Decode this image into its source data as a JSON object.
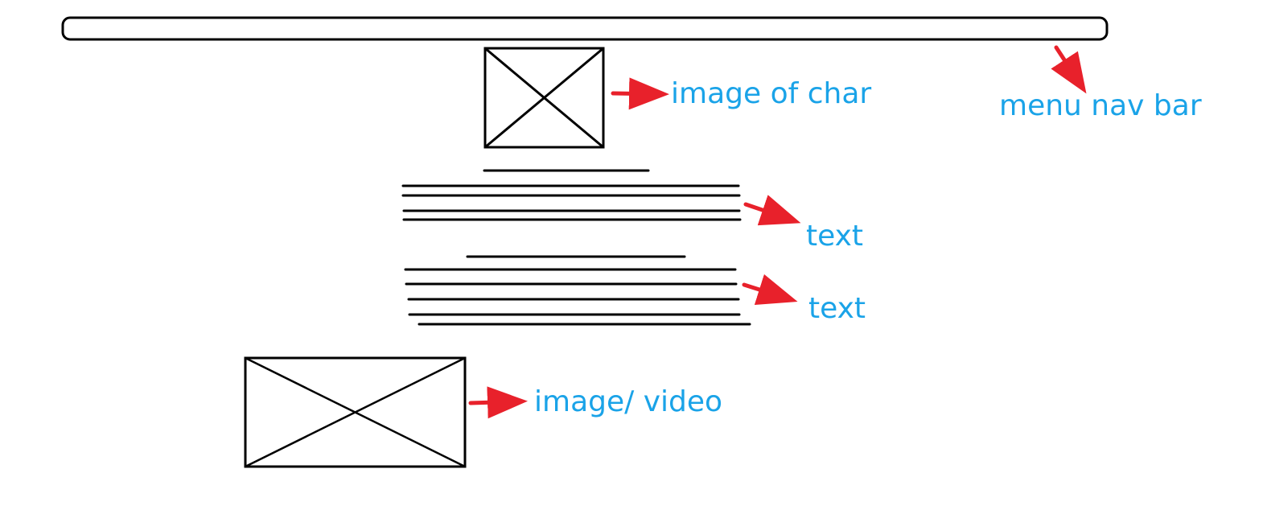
{
  "annotations": {
    "menu_nav_bar": "menu nav bar",
    "image_of_char": "image of char",
    "text_1": "text",
    "text_2": "text",
    "image_video": "image/ video"
  },
  "colors": {
    "sketch_stroke": "#000000",
    "arrow": "#e8212b",
    "annotation_text": "#1aa3e8",
    "background": "#ffffff"
  }
}
